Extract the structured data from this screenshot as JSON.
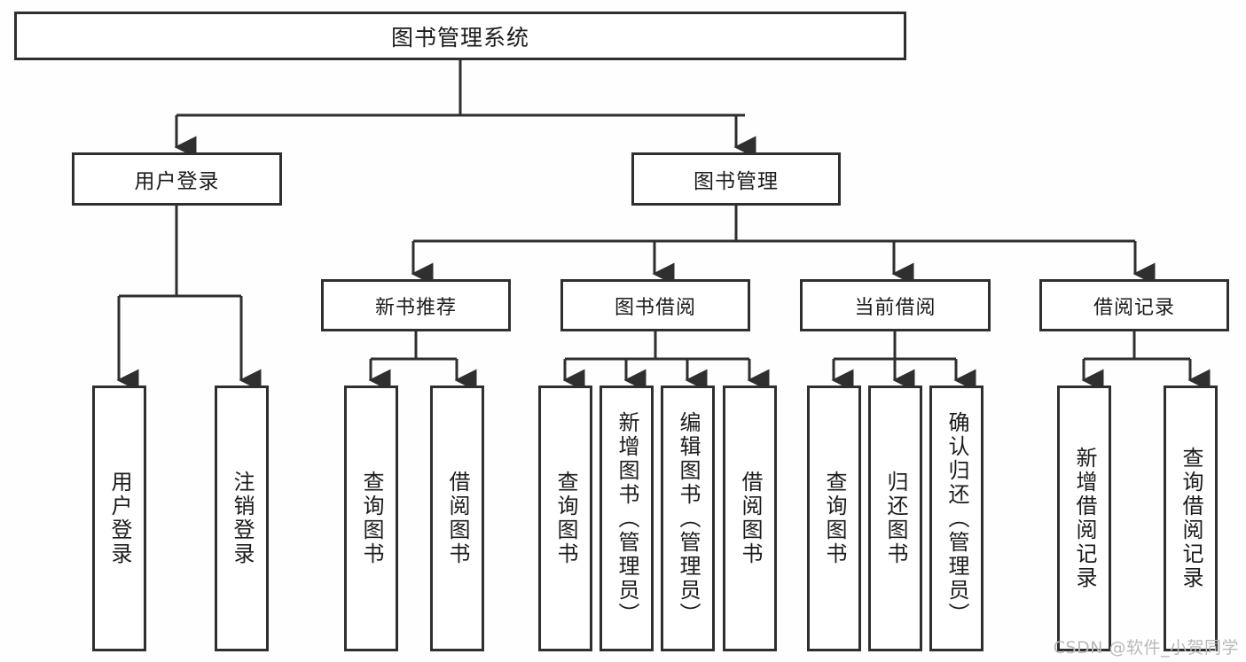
{
  "diagram": {
    "title": "图书管理系统",
    "type": "functional-structure-tree",
    "root": {
      "label": "图书管理系统"
    },
    "level1": [
      {
        "label": "用户登录"
      },
      {
        "label": "图书管理"
      }
    ],
    "level2": [
      {
        "label": "新书推荐"
      },
      {
        "label": "图书借阅"
      },
      {
        "label": "当前借阅"
      },
      {
        "label": "借阅记录"
      }
    ],
    "leaves": {
      "user_login": [
        {
          "label": "用户登录"
        },
        {
          "label": "注销登录"
        }
      ],
      "new_book_recommend": [
        {
          "label": "查询图书"
        },
        {
          "label": "借阅图书"
        }
      ],
      "book_borrow": [
        {
          "label": "查询图书"
        },
        {
          "label": "新增图书（管理员）"
        },
        {
          "label": "编辑图书（管理员）"
        },
        {
          "label": "借阅图书"
        }
      ],
      "current_borrow": [
        {
          "label": "查询图书"
        },
        {
          "label": "归还图书"
        },
        {
          "label": "确认归还（管理员）"
        }
      ],
      "borrow_record": [
        {
          "label": "新增借阅记录"
        },
        {
          "label": "查询借阅记录"
        }
      ]
    }
  },
  "watermark": {
    "text": "CSDN @软件_小贺同学"
  },
  "colors": {
    "stroke": "#2f2f2f",
    "box_fill": "#ffffff",
    "text": "#1b1b1b",
    "watermark": "#b9b9b9",
    "background": "#fefefe"
  }
}
